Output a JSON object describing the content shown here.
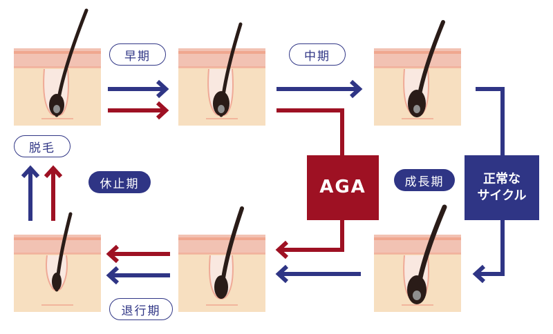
{
  "colors": {
    "blue": "#2f3585",
    "red": "#9e1123",
    "skin_top": "#f2c2b3",
    "skin_band": "#f0a78f",
    "skin_body": "#f7dfc0",
    "hair": "#2a1c18",
    "bulb": "#8f8f8f"
  },
  "labels": {
    "early": "早期",
    "middle": "中期",
    "growth": "成長期",
    "shedding": "脱毛",
    "resting": "休止期",
    "regression": "退行期",
    "aga": "AGA",
    "normal_cycle_line1": "正常な",
    "normal_cycle_line2": "サイクル"
  }
}
